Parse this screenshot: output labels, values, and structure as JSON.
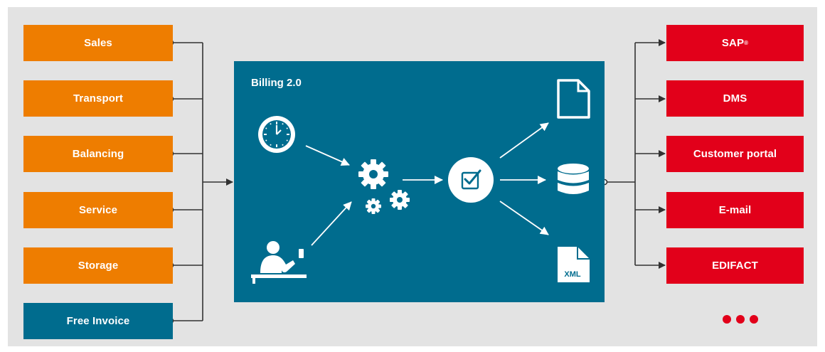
{
  "diagram": {
    "title": "Billing 2.0",
    "inputs": [
      {
        "label": "Sales",
        "color": "#ee7d00"
      },
      {
        "label": "Transport",
        "color": "#ee7d00"
      },
      {
        "label": "Balancing",
        "color": "#ee7d00"
      },
      {
        "label": "Service",
        "color": "#ee7d00"
      },
      {
        "label": "Storage",
        "color": "#ee7d00"
      },
      {
        "label": "Free Invoice",
        "color": "#006c8e"
      }
    ],
    "outputs": [
      {
        "label": "SAP",
        "superscript": "®",
        "color": "#e2001a"
      },
      {
        "label": "DMS",
        "color": "#e2001a"
      },
      {
        "label": "Customer portal",
        "color": "#e2001a"
      },
      {
        "label": "E-mail",
        "color": "#e2001a"
      },
      {
        "label": "EDIFACT",
        "color": "#e2001a"
      }
    ],
    "panel_icons": [
      "clock-icon",
      "person-desk-icon",
      "gears-icon",
      "checkbox-icon",
      "document-icon",
      "database-icon",
      "xml-file-icon"
    ],
    "xml_label": "XML",
    "more_indicator": "ellipsis-dots",
    "colors": {
      "background": "#e3e3e3",
      "panel": "#006c8e",
      "input": "#ee7d00",
      "output": "#e2001a",
      "connector": "#333333"
    }
  }
}
